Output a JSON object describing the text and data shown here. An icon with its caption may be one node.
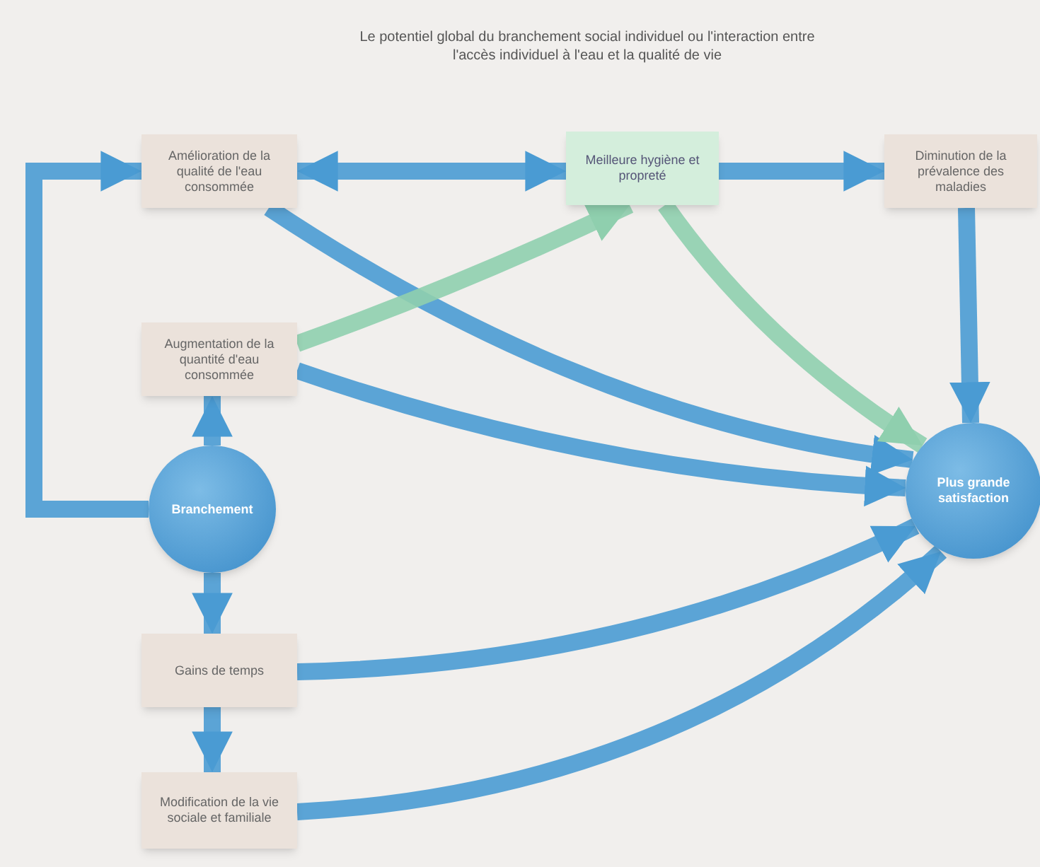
{
  "diagram": {
    "title": "Le potentiel global du branchement social individuel ou l'interaction entre l'accès individuel à l'eau et la qualité de vie",
    "nodes": [
      {
        "text": [
          "Amélioration de la qualité de l'eau consommée"
        ]
      },
      {
        "text": [
          "Meilleure hygiène et propreté"
        ]
      },
      {
        "text": [
          "Diminution de la prévalence des maladies"
        ]
      },
      {
        "text": [
          "Augmentation de la quantité d'eau consommée"
        ]
      },
      {
        "text": [
          "Branchement"
        ]
      },
      {
        "text": [
          "Plus grande satisfaction"
        ]
      },
      {
        "text": [
          "Gains de temps"
        ]
      },
      {
        "text": [
          "Modification de la vie sociale et familiale"
        ]
      }
    ],
    "edges": [
      {
        "from": 4,
        "to": 0,
        "arrow": "to"
      },
      {
        "from": 0,
        "to": 1,
        "arrow": "both"
      },
      {
        "from": 1,
        "to": 2,
        "arrow": "to"
      },
      {
        "from": 2,
        "to": 5,
        "arrow": "to"
      },
      {
        "from": 0,
        "to": 5,
        "arrow": "to"
      },
      {
        "from": 3,
        "to": 1,
        "arrow": "to",
        "color": "#8fcfae"
      },
      {
        "from": 1,
        "to": 5,
        "arrow": "to",
        "color": "#8fcfae"
      },
      {
        "from": 3,
        "to": 5,
        "arrow": "to"
      },
      {
        "from": 6,
        "to": 5,
        "arrow": "to"
      },
      {
        "from": 7,
        "to": 5,
        "arrow": "to"
      },
      {
        "from": 4,
        "to": 3,
        "arrow": "to"
      },
      {
        "from": 4,
        "to": 6,
        "arrow": "to"
      },
      {
        "from": 6,
        "to": 7,
        "arrow": "to"
      }
    ]
  }
}
